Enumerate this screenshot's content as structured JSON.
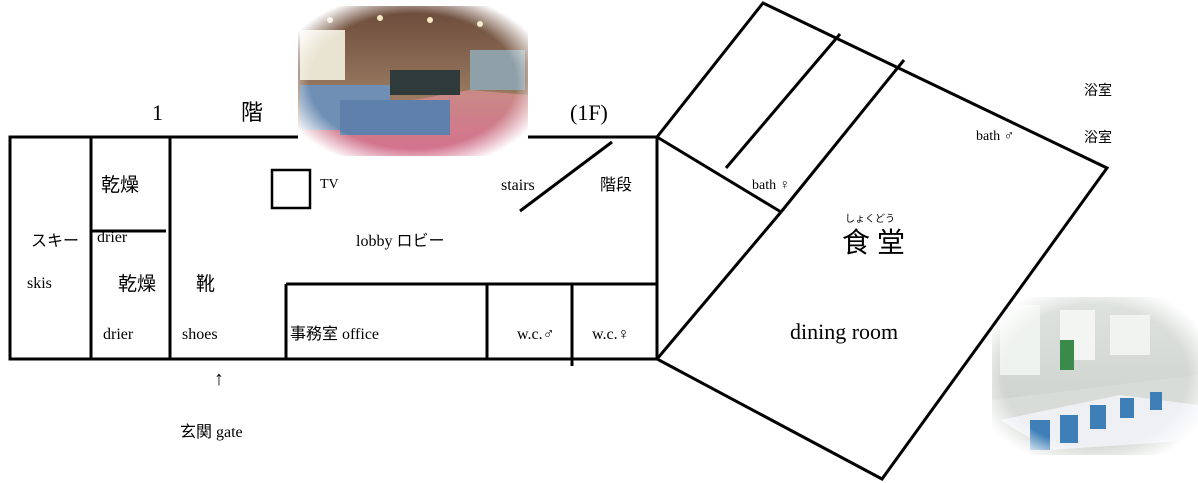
{
  "title": {
    "floor_number": "1",
    "floor_kanji": "階",
    "floor_code": "(1F)"
  },
  "rooms": {
    "ski_jp": "スキー",
    "ski_en": "skis",
    "drier_jp_1": "乾燥",
    "drier_en_1": "drier",
    "drier_jp_2": "乾燥",
    "drier_en_2": "drier",
    "shoes_jp": "靴",
    "shoes_en": "shoes",
    "tv": "TV",
    "lobby": "lobby ロビー",
    "stairs_en": "stairs",
    "stairs_jp": "階段",
    "office": "事務室 office",
    "wc_men": "w.c.♂",
    "wc_women": "w.c.♀",
    "bath_women": "bath ♀",
    "bath_men": "bath ♂",
    "bath_jp_1": "浴室",
    "bath_jp_2": "浴室",
    "dining_ruby": "しょくどう",
    "dining_jp": "食 堂",
    "dining_en": "dining room"
  },
  "entrance": {
    "arrow": "↑",
    "label": "玄関 gate"
  },
  "photos": [
    {
      "name": "lobby-photo"
    },
    {
      "name": "dining-room-photo"
    }
  ]
}
